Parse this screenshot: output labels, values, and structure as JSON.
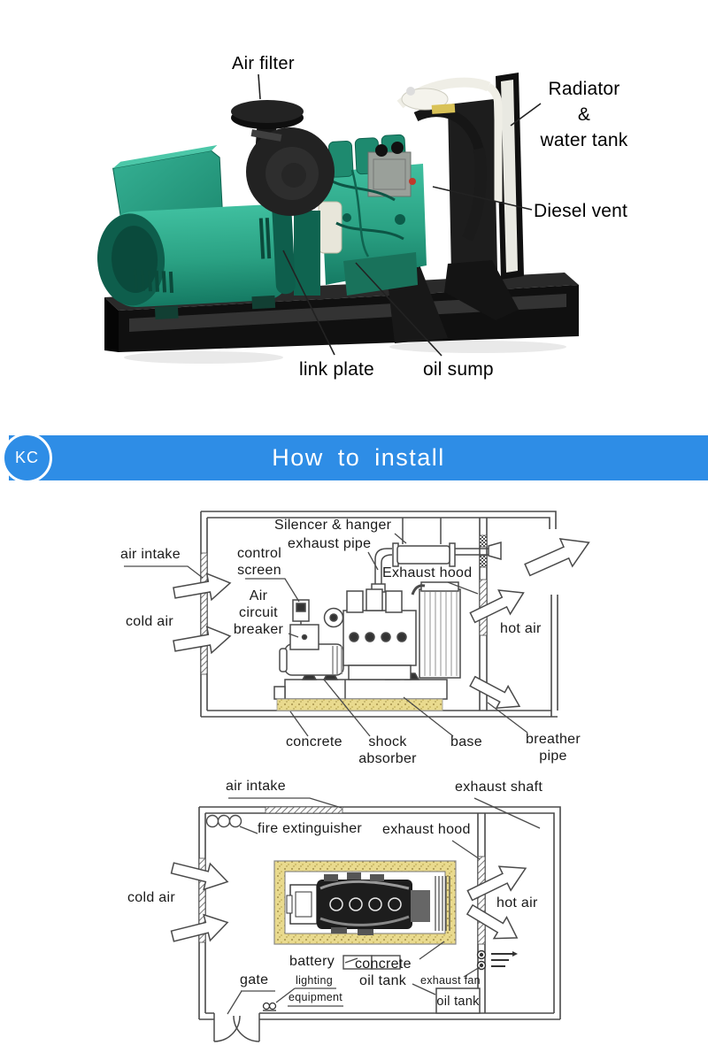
{
  "photo_section": {
    "labels": {
      "air_filter": "Air filter",
      "radiator_water_tank_line1": "Radiator",
      "radiator_water_tank_line2": "&",
      "radiator_water_tank_line3": "water tank",
      "diesel_vent": "Diesel vent",
      "link_plate": "link plate",
      "oil_sump": "oil sump"
    }
  },
  "banner": {
    "logo_text": "KC",
    "title": "How to install",
    "background_color": "#2e8de6",
    "text_color": "#ffffff"
  },
  "diagram_side_view": {
    "labels": {
      "air_intake": "air intake",
      "cold_air": "cold air",
      "control_screen": "control screen",
      "air_circuit_breaker": "Air circuit breaker",
      "silencer_hanger": "Silencer & hanger",
      "exhaust_pipe": "exhaust pipe",
      "exhaust_hood": "Exhaust hood",
      "hot_air": "hot air",
      "concrete": "concrete",
      "shock_absorber": "shock absorber",
      "base": "base",
      "breather_pipe": "breather pipe"
    }
  },
  "diagram_top_view": {
    "labels": {
      "air_intake": "air intake",
      "exhaust_shaft": "exhaust shaft",
      "fire_extinguisher": "fire extinguisher",
      "exhaust_hood": "exhaust hood",
      "cold_air": "cold air",
      "hot_air": "hot air",
      "battery": "battery",
      "concrete": "concrete",
      "oil_tank": "oil tank",
      "exhaust_fan": "exhaust fan",
      "gate": "gate",
      "lighting": "lighting",
      "equipment": "equipment",
      "oil_tank_room": "oil tank"
    }
  },
  "colors": {
    "banner_blue": "#2e8de6",
    "concrete_yellow": "#e9da8e",
    "generator_green": "#2aa183",
    "diagram_line": "#4a4a4a"
  }
}
